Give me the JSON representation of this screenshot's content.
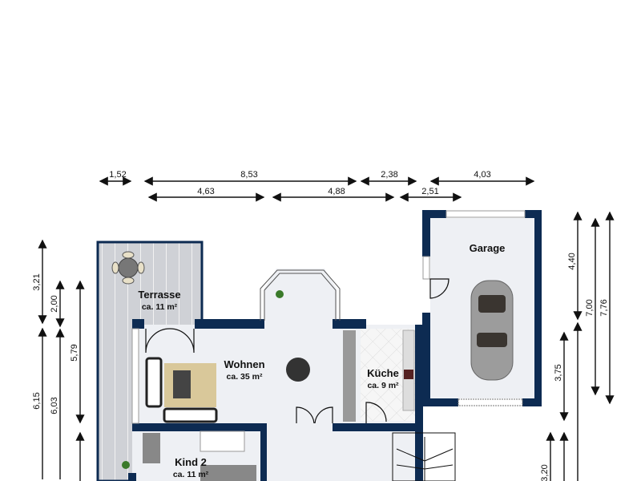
{
  "plan": {
    "colors": {
      "wall": "#0d2b52",
      "floor": "#eef0f4",
      "terrace": "#cfd1d6",
      "kitchen_tile": "#f4f4f4"
    },
    "dimensions_top": [
      "1,52",
      "8,53",
      "2,38",
      "4,03",
      "4,63",
      "4,88",
      "2,51"
    ],
    "dimensions_left": [
      "3,21",
      "6,15",
      "2,00",
      "6,03",
      "5,79"
    ],
    "dimensions_right": [
      "4,40",
      "7,00",
      "7,76",
      "3,75",
      "3,20"
    ],
    "rooms": [
      {
        "name": "Terrasse",
        "area": "ca. 11 m²"
      },
      {
        "name": "Wohnen",
        "area": "ca. 35 m²"
      },
      {
        "name": "Küche",
        "area": "ca. 9 m²"
      },
      {
        "name": "Garage",
        "area": ""
      },
      {
        "name": "Kind 2",
        "area": "ca. 11 m²"
      }
    ]
  }
}
